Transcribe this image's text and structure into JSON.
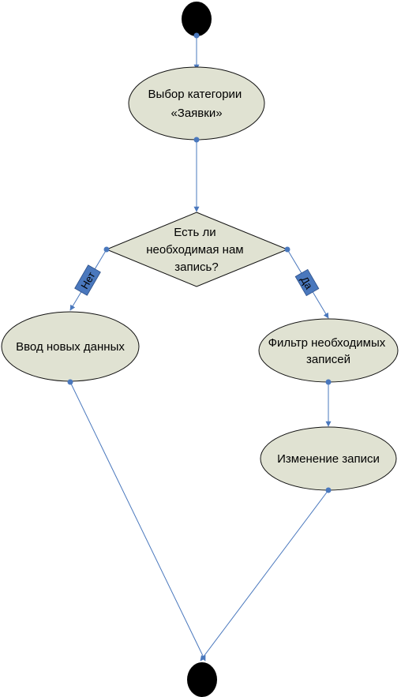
{
  "diagram": {
    "nodes": {
      "select_category": {
        "lines": [
          "Выбор категории",
          "«Заявки»"
        ]
      },
      "decision": {
        "lines": [
          "Есть ли",
          "необходимая нам",
          "запись?"
        ]
      },
      "enter_new": {
        "lines": [
          "Ввод новых данных"
        ]
      },
      "filter": {
        "lines": [
          "Фильтр необходимых",
          "записей"
        ]
      },
      "edit": {
        "lines": [
          "Изменение записи"
        ]
      }
    },
    "edge_labels": {
      "no": "Нет",
      "yes": "Да"
    }
  }
}
